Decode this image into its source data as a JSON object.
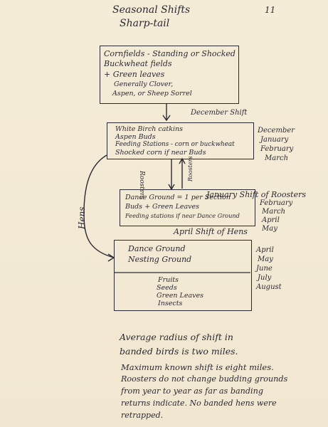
{
  "title": {
    "line1": "Seasonal Shifts",
    "line2": "Sharp-tail"
  },
  "page_number": "11",
  "box1": {
    "lines": [
      "Cornfields - Standing or Shocked",
      "Buckwheat fields",
      "+ Green leaves",
      "Generally Clover,",
      "Aspen, or Sheep Sorrel"
    ]
  },
  "label_december_shift": "December Shift",
  "box2": {
    "lines": [
      "White Birch catkins",
      "Aspen Buds",
      "Feeding Stations - corn or buckwheat",
      "Shocked corn if near Buds"
    ],
    "months": [
      "December",
      "January",
      "February",
      "March"
    ]
  },
  "label_roosters_down": "Roosters",
  "label_roosters_up": "Roosters",
  "label_january_shift": "January Shift of Roosters",
  "label_hens": "Hens",
  "box3": {
    "lines": [
      "Dance Ground = 1 per Section",
      "Buds + Green Leaves",
      "Feeding stations if near Dance Ground"
    ],
    "months": [
      "February",
      "March",
      "April",
      "May"
    ]
  },
  "label_april_shift": "April Shift of Hens",
  "box4": {
    "top_lines": [
      "Dance Ground",
      "Nesting Ground"
    ],
    "bottom_lines": [
      "Fruits",
      "Seeds",
      "Green Leaves",
      "Insects"
    ],
    "months": [
      "April",
      "May",
      "June",
      "July",
      "August"
    ]
  },
  "notes": [
    "Average radius of shift in",
    "banded birds is two miles.",
    "Maximum known shift is eight miles.",
    "Roosters do not change budding grounds",
    "from year to year as far as banding",
    "returns indicate. No banded hens were",
    "retrapped."
  ]
}
